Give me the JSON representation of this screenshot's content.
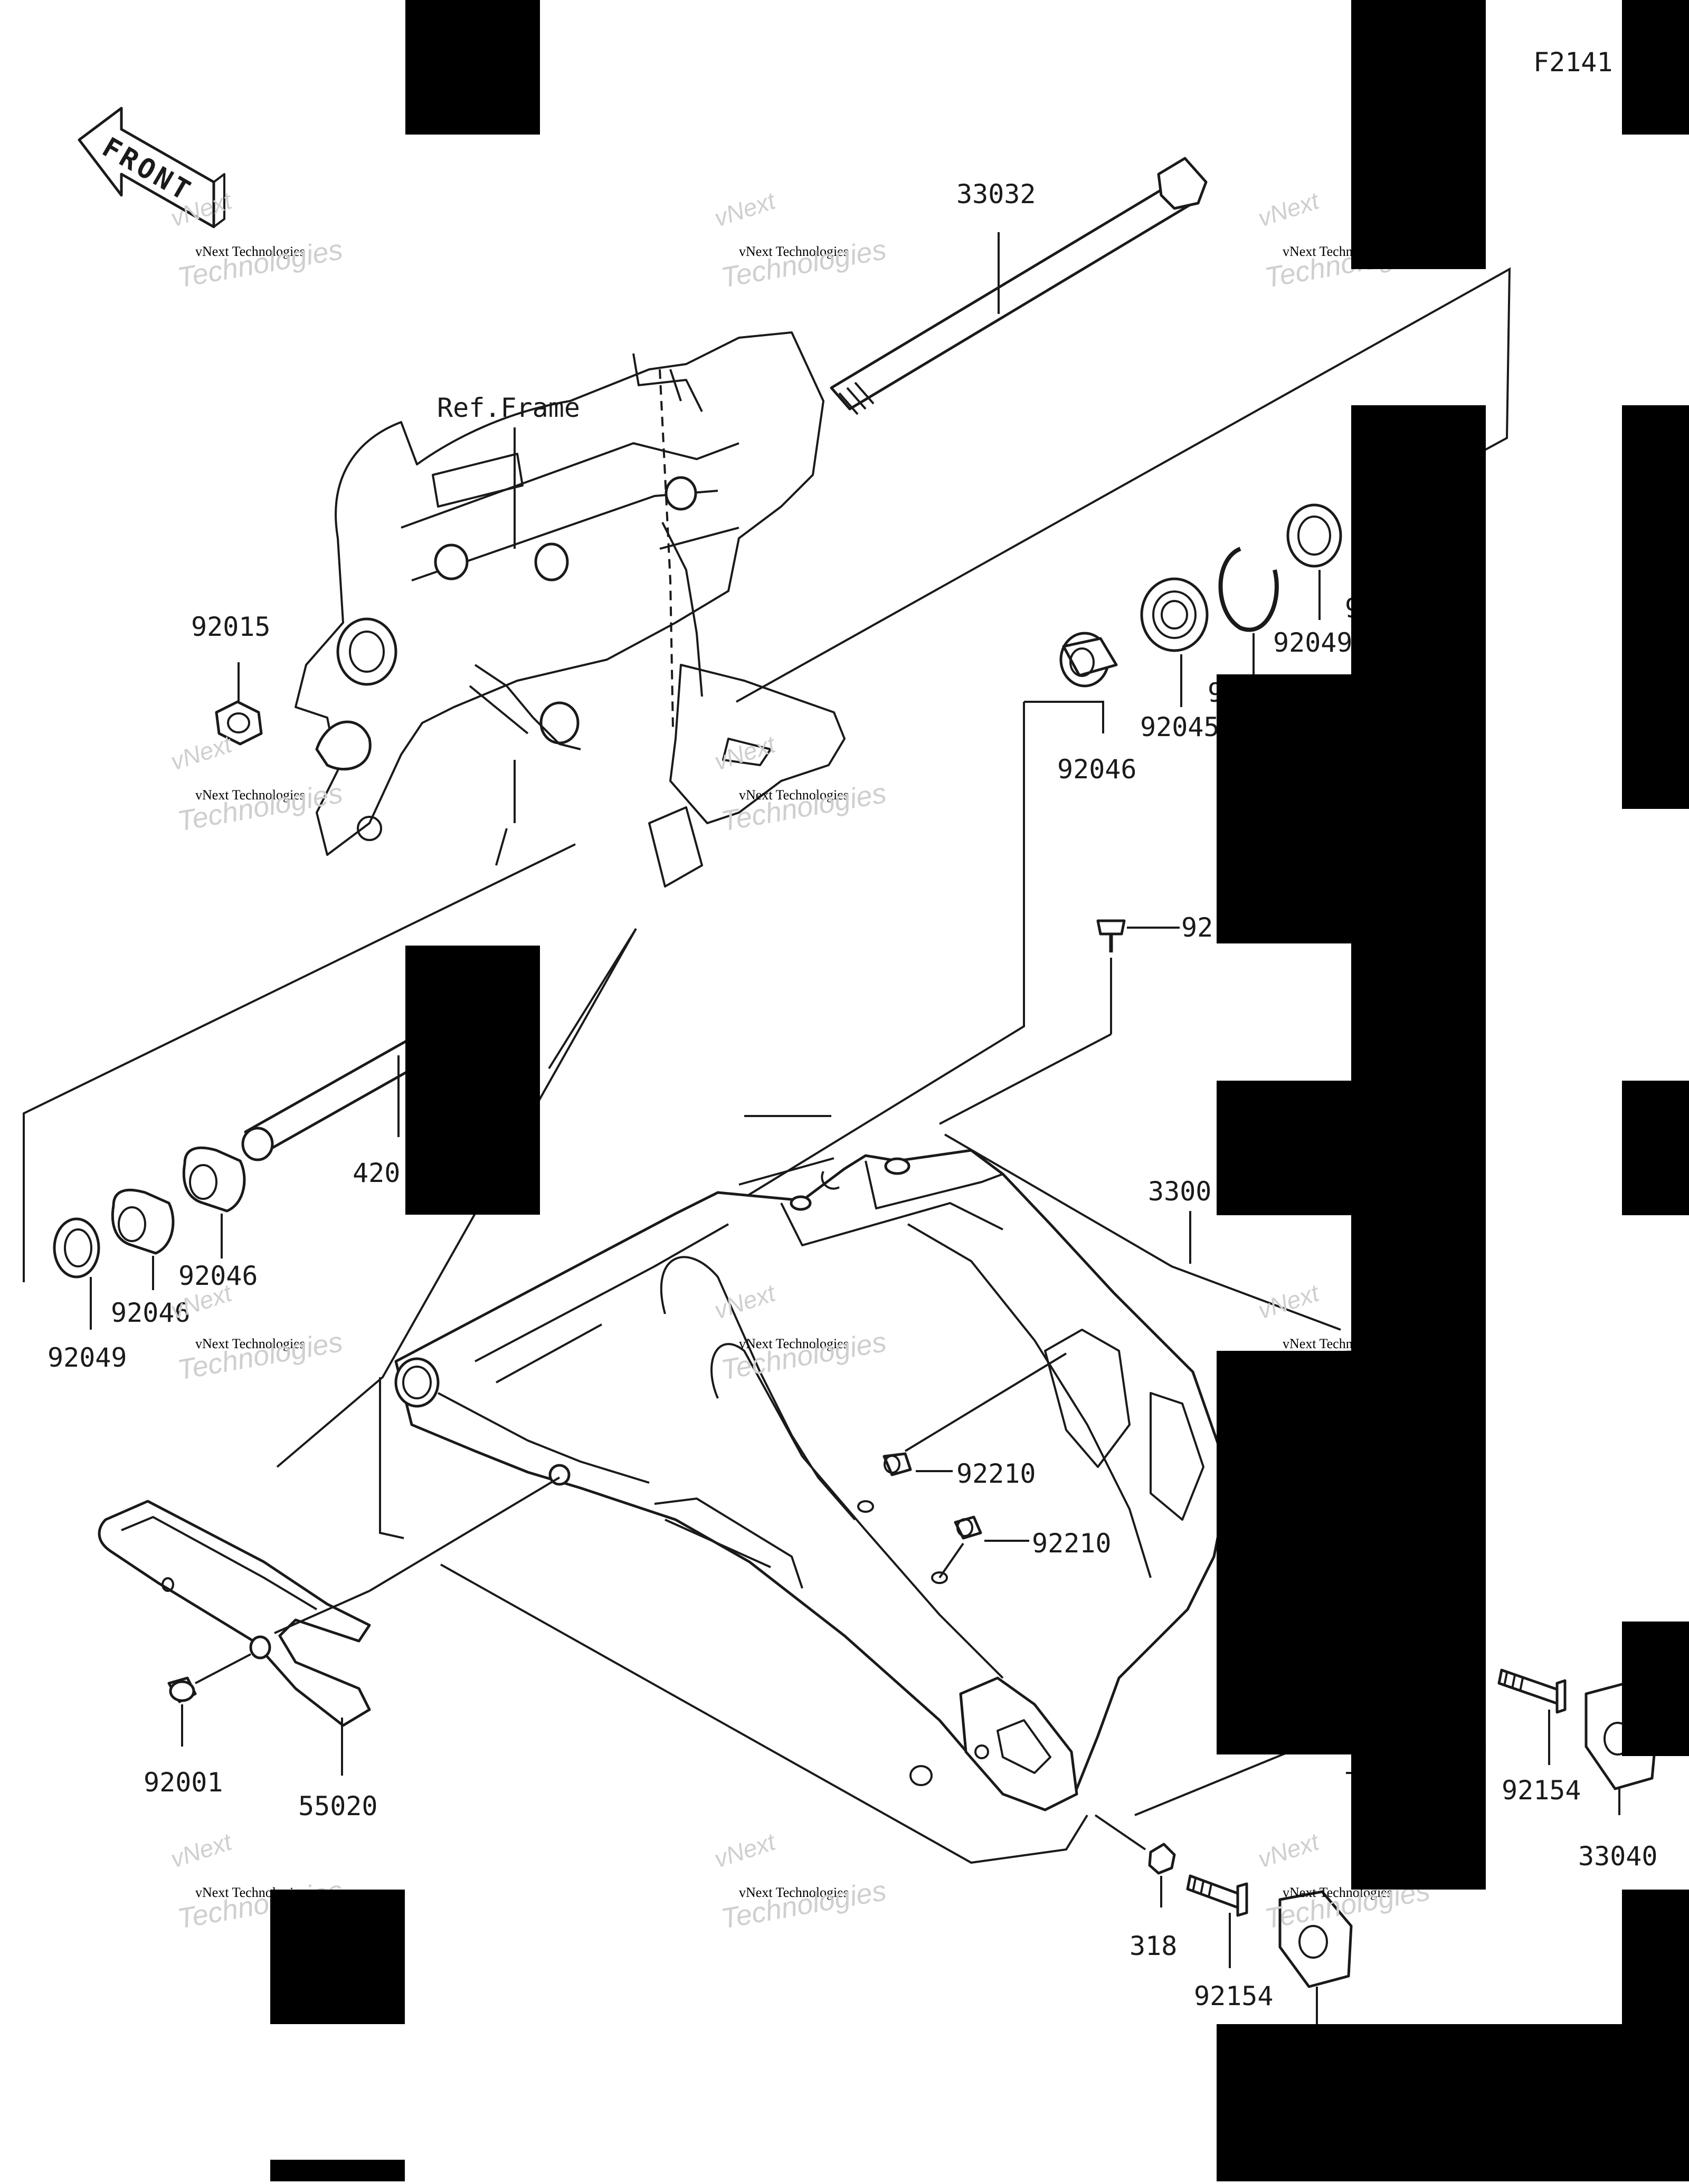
{
  "diagram_id": "F2141",
  "front_label": "FRONT",
  "ref_frame_label": "Ref.Frame",
  "watermark": {
    "line1": "vNext",
    "line2": "vNext Technologies",
    "line3": "Technologies"
  },
  "callouts": {
    "shaft": "33032",
    "nut_frame": "92015",
    "needle_top": "92046",
    "bearing": "92045",
    "circlip_partial": "9",
    "seal_top": "92049",
    "seal_partial": "9",
    "bolt_top_partial": "92",
    "sleeve_partial": "420",
    "needle_mid": "92046",
    "needle_low": "92046",
    "seal_low": "92049",
    "swingarm_partial": "3300",
    "fitting_a": "92210",
    "fitting_b": "92210",
    "bolt_guard": "92001",
    "chain_guard": "55020",
    "nut_right": "318",
    "bolt_right": "92154",
    "plate_right": "33040",
    "nut_bottom": "318",
    "bolt_bottom": "92154"
  }
}
